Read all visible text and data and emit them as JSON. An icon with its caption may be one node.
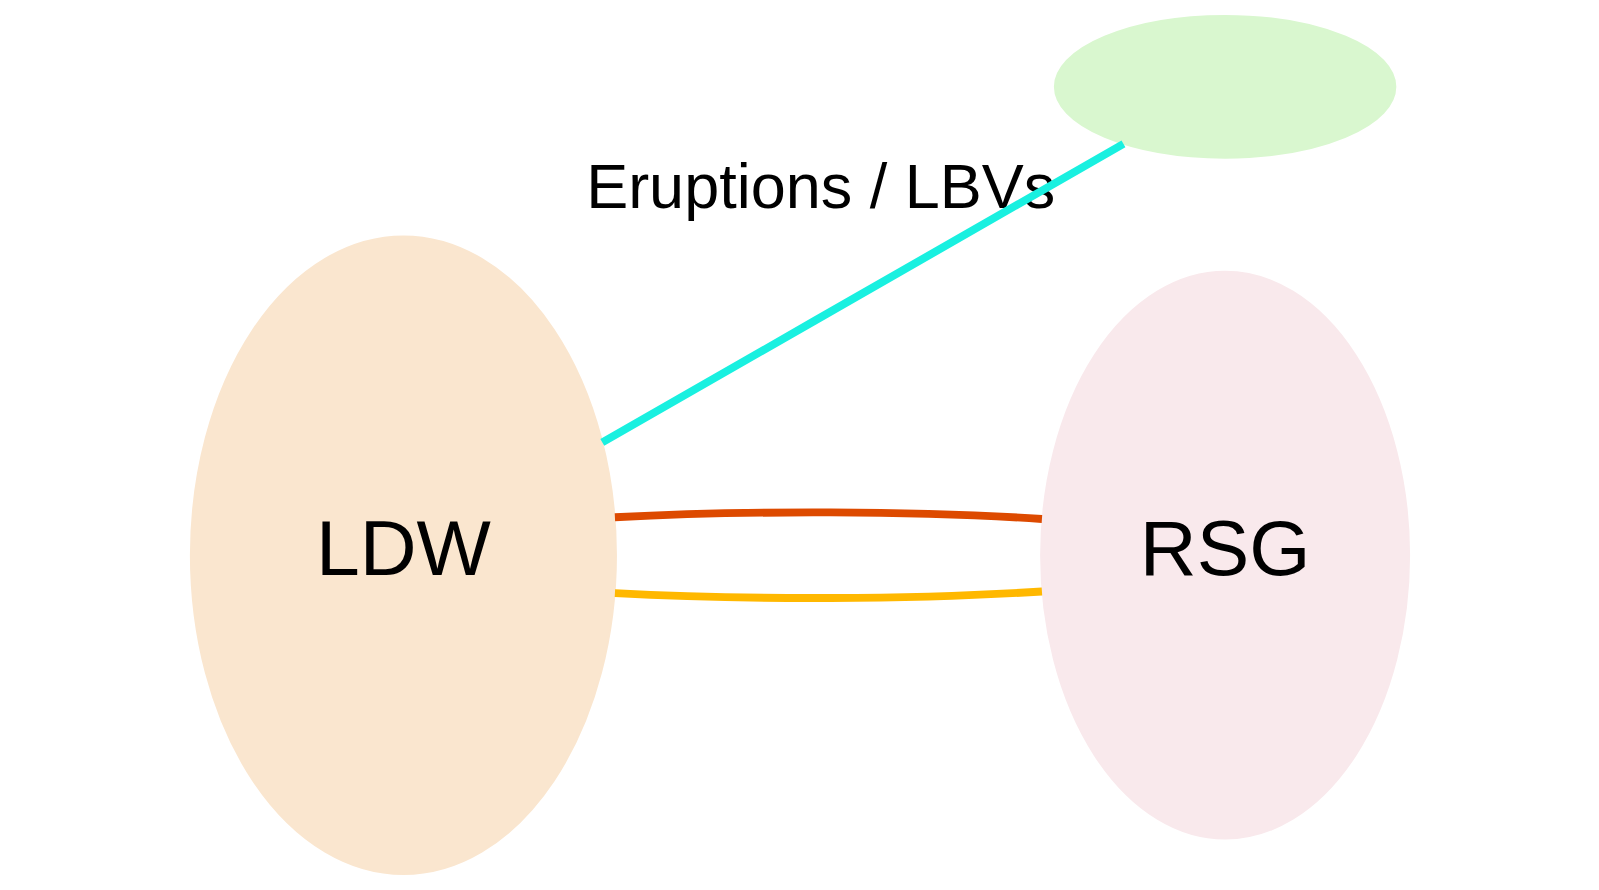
{
  "diagram": {
    "nodes": [
      {
        "text": [
          "LDW"
        ]
      },
      {
        "text": [],
        "shape": "ellipse",
        "beside": [
          "Eruptions / LBVs"
        ]
      },
      {
        "text": [
          "RSG"
        ]
      }
    ],
    "edges": [
      {
        "from": 0,
        "to": 1,
        "arrow": "none",
        "color": "#19f0e0"
      },
      {
        "from": 0,
        "to": 2,
        "arrow": "none",
        "color": "#ffb800"
      },
      {
        "from": 0,
        "to": 2,
        "arrow": "none",
        "color": "#dd4a00"
      }
    ]
  }
}
